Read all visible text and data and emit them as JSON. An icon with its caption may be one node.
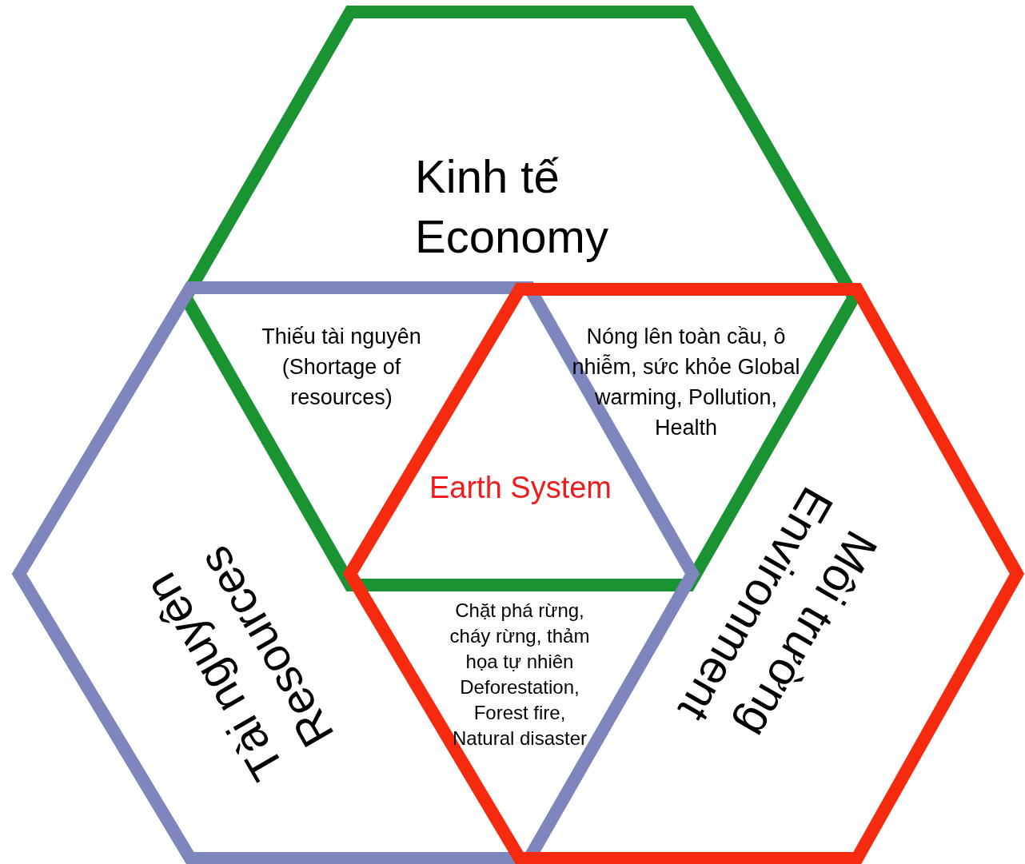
{
  "diagram": {
    "nodes": [
      {
        "text": [
          "Kinh tế",
          "Economy"
        ]
      },
      {
        "text": [
          "Tài nguyên",
          "Resources"
        ]
      },
      {
        "text": [
          "Môi trường",
          "Environment"
        ]
      }
    ],
    "labels": [
      "Thiếu tài nguyên (Shortage of resources)",
      "Nóng lên toàn cầu, ô nhiễm, sức khỏe Global warming, Pollution, Health",
      "Earth System",
      "Chặt phá rừng, cháy rừng, thảm họa tự nhiên Deforestation, Forest fire, Natural disaster"
    ]
  }
}
